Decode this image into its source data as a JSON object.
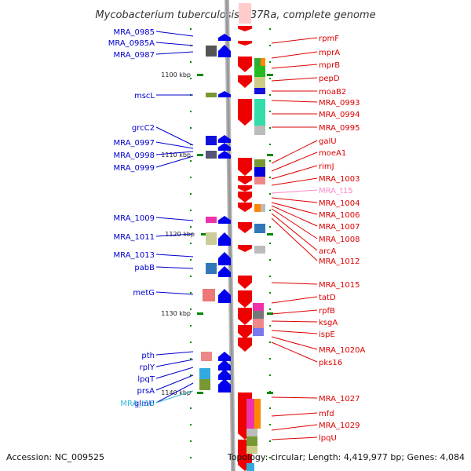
{
  "title": "Mycobacterium tuberculosis H37Ra, complete genome",
  "footer": {
    "accession": "Accession: NC_009525",
    "summary": "Topology: circular; Length: 4,419,977 bp; Genes: 4,084"
  },
  "colors": {
    "backbone": "#999999",
    "forward_gene": "#0000ee",
    "reverse_gene": "#ee0000",
    "forward_label": "#0000cc",
    "reverse_label": "#dd0000",
    "trna_forward_label": "#33bbdd",
    "trna_reverse_label": "#ff88cc",
    "tick": "#008800"
  },
  "scale": {
    "ticks": [
      "1100 kbp",
      "1110 kbp",
      "1120 kbp",
      "1130 kbp",
      "1140 kbp"
    ]
  },
  "left_labels": [
    "MRA_0985",
    "MRA_0985A",
    "MRA_0987",
    "mscL",
    "grcC2",
    "MRA_0997",
    "MRA_0998",
    "MRA_0999",
    "MRA_1009",
    "MRA_1011",
    "MRA_1013",
    "pabB",
    "metG",
    "pth",
    "rplY",
    "lpqT",
    "prsA",
    "glmU",
    "MRA_t16"
  ],
  "right_labels": [
    "rpmF",
    "mprA",
    "mprB",
    "pepD",
    "moaB2",
    "MRA_0993",
    "MRA_0994",
    "MRA_0995",
    "galU",
    "moeA1",
    "rimJ",
    "MRA_1003",
    "MRA_t15",
    "MRA_1004",
    "MRA_1006",
    "MRA_1007",
    "MRA_1008",
    "arcA",
    "MRA_1012",
    "MRA_1015",
    "tatD",
    "rpfB",
    "ksgA",
    "ispE",
    "MRA_1020A",
    "pks16",
    "MRA_1027",
    "mfd",
    "MRA_1029",
    "lpqU"
  ]
}
